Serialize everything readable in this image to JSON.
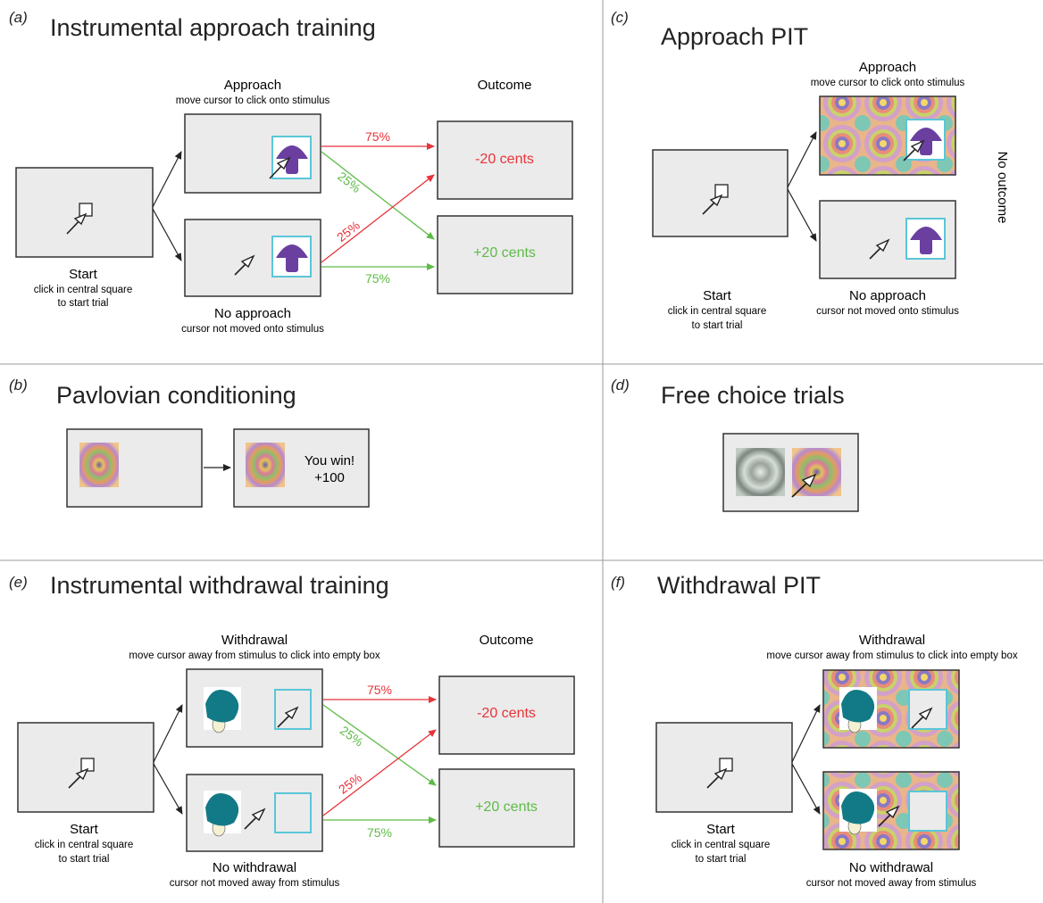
{
  "colors": {
    "screen_fill": "#ebebeb",
    "frame_border": "#333333",
    "divider": "#9a9a9a",
    "loss_red": "#e8333a",
    "win_green": "#5dbb46",
    "cyan_box": "#5ac6d8",
    "purple_mushroom": "#6a3fa0",
    "teal_mushroom": "#127a86",
    "mushroom_stem": "#f4f0d2",
    "text": "#333333"
  },
  "panels": {
    "a": {
      "letter": "(a)",
      "title": "Instrumental approach training",
      "start_title": "Start",
      "start_sub1": "click in central square",
      "start_sub2": "to start trial",
      "top_title": "Approach",
      "top_sub": "move cursor to click onto stimulus",
      "bottom_title": "No approach",
      "bottom_sub": "cursor not moved onto stimulus",
      "outcome_title": "Outcome",
      "loss": "-20 cents",
      "win": "+20 cents",
      "p_top_loss": "75%",
      "p_top_win": "25%",
      "p_bottom_loss": "25%",
      "p_bottom_win": "75%"
    },
    "b": {
      "letter": "(b)",
      "title": "Pavlovian conditioning",
      "win_line1": "You win!",
      "win_line2": "+100"
    },
    "c": {
      "letter": "(c)",
      "title": "Approach PIT",
      "top_title": "Approach",
      "top_sub": "move cursor to click onto stimulus",
      "bottom_title": "No approach",
      "bottom_sub": "cursor not moved onto stimulus",
      "start_title": "Start",
      "start_sub1": "click in central square",
      "start_sub2": "to start trial",
      "no_outcome": "No outcome"
    },
    "d": {
      "letter": "(d)",
      "title": "Free choice trials"
    },
    "e": {
      "letter": "(e)",
      "title": "Instrumental withdrawal training",
      "start_title": "Start",
      "start_sub1": "click in central square",
      "start_sub2": "to start trial",
      "top_title": "Withdrawal",
      "top_sub": "move cursor away from stimulus to click into empty box",
      "bottom_title": "No withdrawal",
      "bottom_sub": "cursor not moved away from stimulus",
      "outcome_title": "Outcome",
      "loss": "-20 cents",
      "win": "+20 cents",
      "p_top_loss": "75%",
      "p_top_win": "25%",
      "p_bottom_loss": "25%",
      "p_bottom_win": "75%"
    },
    "f": {
      "letter": "(f)",
      "title": "Withdrawal PIT",
      "top_title": "Withdrawal",
      "top_sub": "move cursor away from stimulus to click into empty box",
      "bottom_title": "No withdrawal",
      "bottom_sub": "cursor not moved away from stimulus",
      "start_title": "Start",
      "start_sub1": "click in central square",
      "start_sub2": "to start trial"
    }
  }
}
